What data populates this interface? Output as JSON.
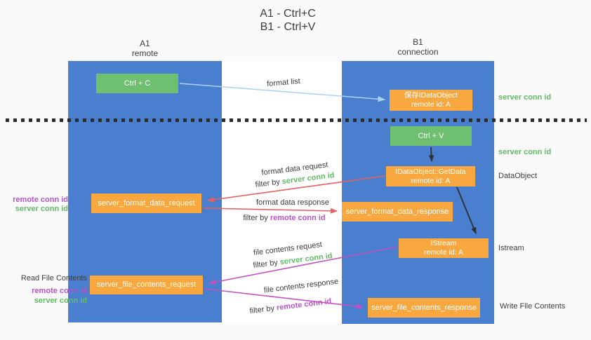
{
  "title": {
    "line1": "A1 - Ctrl+C",
    "line2": "B1 - Ctrl+V"
  },
  "columns": {
    "left": {
      "name": "A1",
      "role": "remote"
    },
    "right": {
      "name": "B1",
      "role": "connection"
    }
  },
  "nodes": {
    "ctrl_c": {
      "label": "Ctrl + C"
    },
    "save_idataobject": {
      "line1": "保存IDataObject",
      "line2": "remote id: A"
    },
    "ctrl_v": {
      "label": "Ctrl + V"
    },
    "getdata": {
      "line1": "IDataObject::GetData",
      "line2": "remote id: A"
    },
    "server_format_data_request": {
      "label": "server_format_data_request"
    },
    "server_format_data_response": {
      "label": "server_format_data_response"
    },
    "istream": {
      "line1": "IStream",
      "line2": "remote id: A"
    },
    "server_file_contents_request": {
      "label": "server_file_contents_request"
    },
    "server_file_contents_response": {
      "label": "server_file_contents_response"
    }
  },
  "flow_labels": {
    "format_list": "format list",
    "format_data_request": {
      "text": "format data request",
      "filter_prefix": "filter by",
      "filter_key": "server conn id"
    },
    "format_data_response": {
      "text": "format data response",
      "filter_prefix": "filter by",
      "filter_key": "remote conn id"
    },
    "file_contents_request": {
      "text": "file contents request",
      "filter_prefix": "filter by",
      "filter_key": "server conn id"
    },
    "file_contents_response": {
      "text": "file contents response",
      "filter_prefix": "filter by",
      "filter_key": "remote conn id"
    }
  },
  "left_annotations": {
    "remote_conn_id_top": "remote conn id",
    "server_conn_id_top": "server conn id",
    "read_file_contents": "Read File Contents",
    "remote_conn_id_bottom": "remote conn id",
    "server_conn_id_bottom": "server conn id"
  },
  "right_annotations": {
    "server_conn_id_top": "server conn id",
    "server_conn_id_mid": "server conn id",
    "dataobject": "DataObject",
    "istream": "Istream",
    "write_file_contents": "Write File Contents"
  },
  "colors": {
    "column_blue": "#4a7fd0",
    "box_green": "#6ebf70",
    "box_orange": "#f8a83e",
    "arrow_red": "#e66060",
    "arrow_magenta": "#bf53bf",
    "arrow_blue": "#a9d2ef",
    "arrow_black": "#2f2f2f",
    "text_green": "#63bb66",
    "text_purple": "#b455c8",
    "text_dark": "#3d3d3d",
    "background": "#fafafa"
  }
}
